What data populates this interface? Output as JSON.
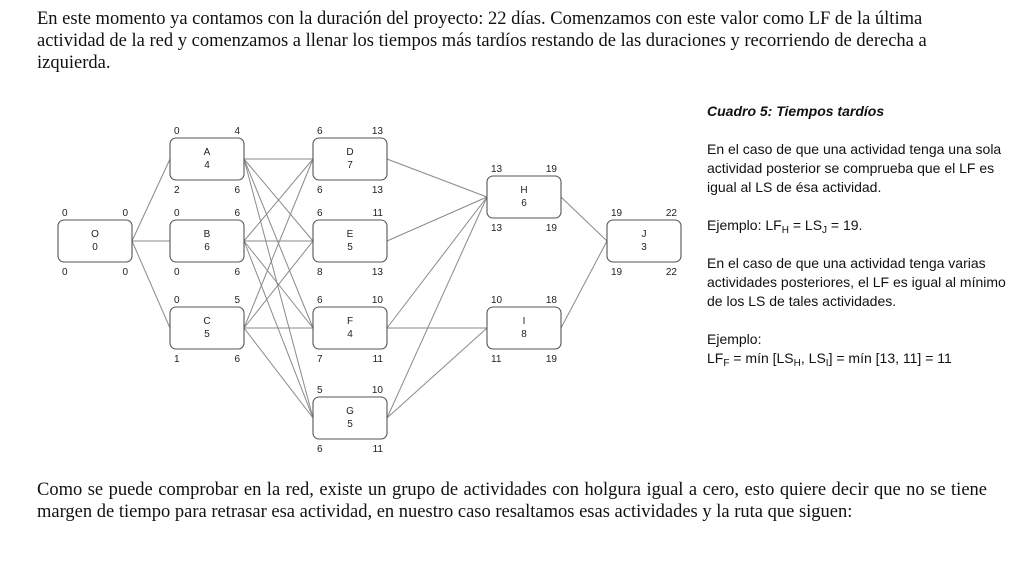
{
  "text": {
    "intro": "En este momento ya contamos con la duración del proyecto: 22 días. Comenzamos con este valor como LF de la última actividad de la red y comenzamos a llenar los tiempos más tardíos restando de las duraciones y recorriendo de derecha a izquierda.",
    "conclusion": "Como se puede comprobar en la red, existe un grupo de actividades con holgura igual a cero, esto quiere decir que no se tiene margen de tiempo para retrasar esa actividad, en nuestro caso resaltamos esas actividades y la ruta que siguen:"
  },
  "sidebar": {
    "title": "Cuadro 5: Tiempos tardíos",
    "rule1": "En el caso de que una actividad tenga una sola actividad posterior se comprueba que el LF es igual al LS de ésa actividad.",
    "example1": {
      "label": "Ejemplo: ",
      "lhs": "LF",
      "lhs_sub": "H",
      "eq": " = ",
      "rhs": "LS",
      "rhs_sub": "J",
      "tail": " = 19."
    },
    "rule2": "En el caso de que una actividad tenga varias actividades posteriores, el LF es igual al mínimo de los LS de tales actividades.",
    "example2": {
      "label": "Ejemplo:",
      "lhs": "LF",
      "lhs_sub": "F",
      "mid": " = mín [LS",
      "s1": "H",
      "comma": ", LS",
      "s2": "I",
      "tail": "] = mín [13, 11] = 11"
    }
  },
  "network": {
    "nodes": [
      {
        "id": "O",
        "dur": "0",
        "es": "0",
        "ef": "0",
        "ls": "0",
        "lf": "0"
      },
      {
        "id": "A",
        "dur": "4",
        "es": "0",
        "ef": "4",
        "ls": "2",
        "lf": "6"
      },
      {
        "id": "B",
        "dur": "6",
        "es": "0",
        "ef": "6",
        "ls": "0",
        "lf": "6"
      },
      {
        "id": "C",
        "dur": "5",
        "es": "0",
        "ef": "5",
        "ls": "1",
        "lf": "6"
      },
      {
        "id": "D",
        "dur": "7",
        "es": "6",
        "ef": "13",
        "ls": "6",
        "lf": "13"
      },
      {
        "id": "E",
        "dur": "5",
        "es": "6",
        "ef": "11",
        "ls": "8",
        "lf": "13"
      },
      {
        "id": "F",
        "dur": "4",
        "es": "6",
        "ef": "10",
        "ls": "7",
        "lf": "11"
      },
      {
        "id": "G",
        "dur": "5",
        "es": "5",
        "ef": "10",
        "ls": "6",
        "lf": "11"
      },
      {
        "id": "H",
        "dur": "6",
        "es": "13",
        "ef": "19",
        "ls": "13",
        "lf": "19"
      },
      {
        "id": "I",
        "dur": "8",
        "es": "10",
        "ef": "18",
        "ls": "11",
        "lf": "19"
      },
      {
        "id": "J",
        "dur": "3",
        "es": "19",
        "ef": "22",
        "ls": "19",
        "lf": "22"
      }
    ]
  }
}
